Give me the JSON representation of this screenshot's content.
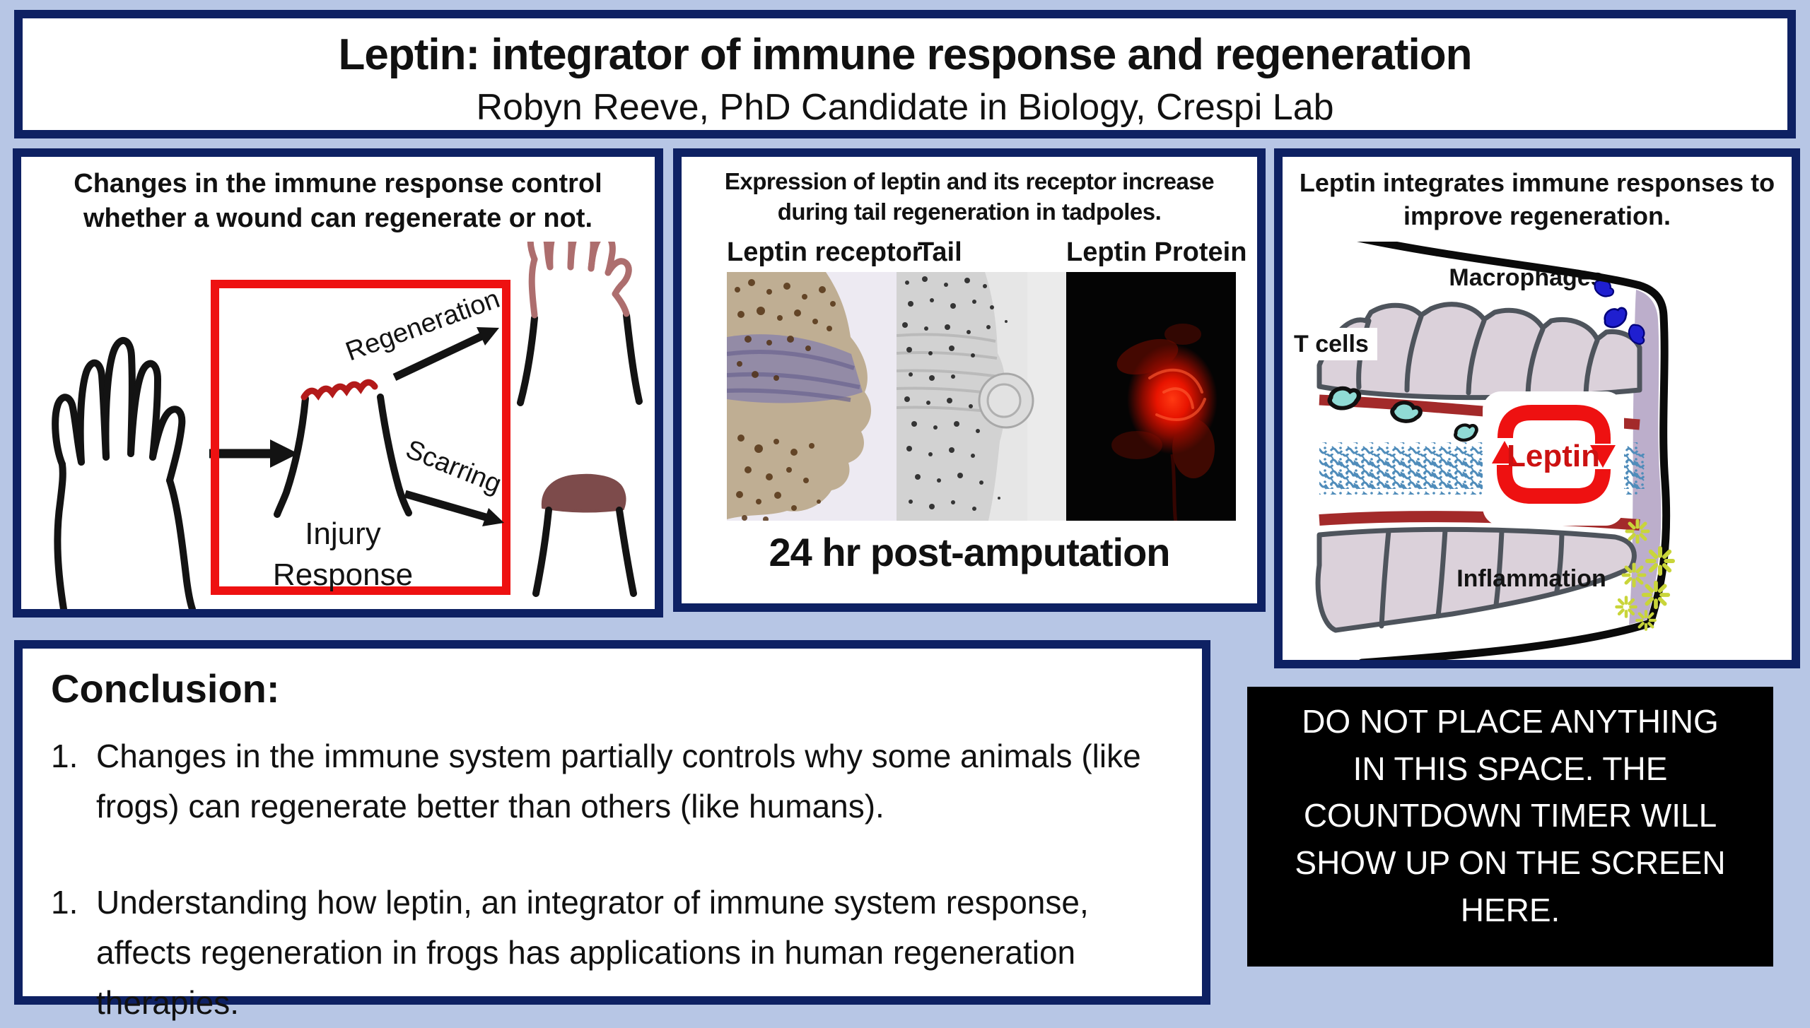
{
  "colors": {
    "background": "#b7c6e5",
    "panel_border": "#0e2163",
    "panel_bg": "#ffffff",
    "accent_red": "#ee1111",
    "wound_red": "#b31a1a",
    "scar_brown": "#7d4b4b",
    "regen_hand_pink": "#ad6e6e",
    "vessel_red": "#a32a2a",
    "muscle_mauve": "#dbd1da",
    "notochord_blue": "#4f8cba",
    "t_cell_cyan": "#90dbd5",
    "macrophage_blue": "#1f1fd0",
    "inflammation_yellow": "#c9d53a",
    "amputation_lavender": "#bcaecb",
    "leptin_text_red": "#cc1111",
    "notice_bg": "#000000",
    "notice_text": "#ffffff"
  },
  "header": {
    "title": "Leptin: integrator of immune response and regeneration",
    "subtitle": "Robyn Reeve, PhD Candidate in Biology, Crespi Lab"
  },
  "left_panel": {
    "heading_lines": [
      "Changes in the immune response control",
      "whether a wound can regenerate or not."
    ],
    "injury_label_lines": [
      "Injury",
      "Response"
    ],
    "regeneration_label": "Regeneration",
    "scarring_label": "Scarring"
  },
  "middle_panel": {
    "heading_lines": [
      "Expression of leptin and its receptor increase",
      "during tail regeneration in tadpoles."
    ],
    "image_labels": [
      "Leptin receptor",
      "Tail",
      "Leptin Protein"
    ],
    "caption": "24 hr post-amputation"
  },
  "right_panel": {
    "heading_lines": [
      "Leptin integrates immune responses to",
      "improve regeneration."
    ],
    "labels": {
      "t_cells": "T cells",
      "macrophages": "Macrophages",
      "leptin": "Leptin",
      "inflammation": "Inflammation"
    }
  },
  "conclusion": {
    "heading": "Conclusion:",
    "items": [
      {
        "number": "1.",
        "text": "Changes in the immune system partially controls why some animals (like frogs) can regenerate better than others (like humans)."
      },
      {
        "number": "1.",
        "text": "Understanding how leptin, an integrator of immune system response, affects regeneration in frogs has applications in human regeneration therapies."
      }
    ]
  },
  "notice": {
    "lines": [
      "DO NOT PLACE ANYTHING",
      "IN THIS SPACE. THE",
      "COUNTDOWN TIMER WILL",
      "SHOW UP ON THE SCREEN",
      "HERE."
    ]
  }
}
